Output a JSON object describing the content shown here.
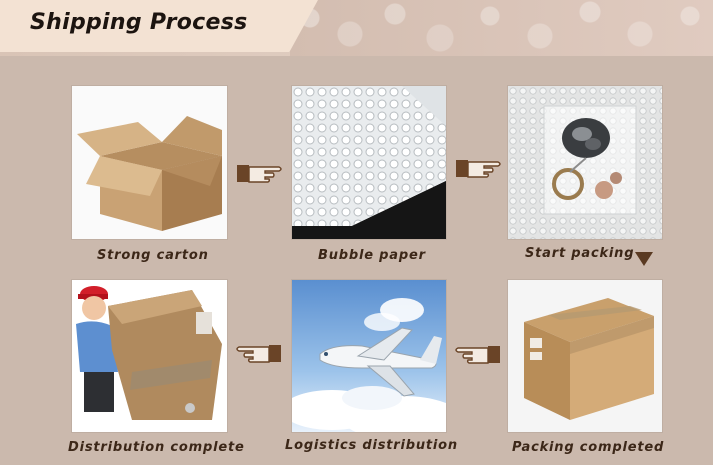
{
  "header": {
    "title": "Shipping Process"
  },
  "steps": [
    {
      "label": "Strong carton",
      "icon": "open-box-icon"
    },
    {
      "label": "Bubble paper",
      "icon": "bubble-wrap-icon"
    },
    {
      "label": "Start packing",
      "icon": "wrapped-item-icon"
    },
    {
      "label": "Packing completed",
      "icon": "sealed-box-icon"
    },
    {
      "label": "Logistics distribution",
      "icon": "airplane-icon"
    },
    {
      "label": "Distribution complete",
      "icon": "delivery-man-icon"
    }
  ],
  "colors": {
    "background": "#cbb9ad",
    "title_tab": "#f3e2d3",
    "caption_text": "#3c2718",
    "arrow": "#6a4427"
  }
}
